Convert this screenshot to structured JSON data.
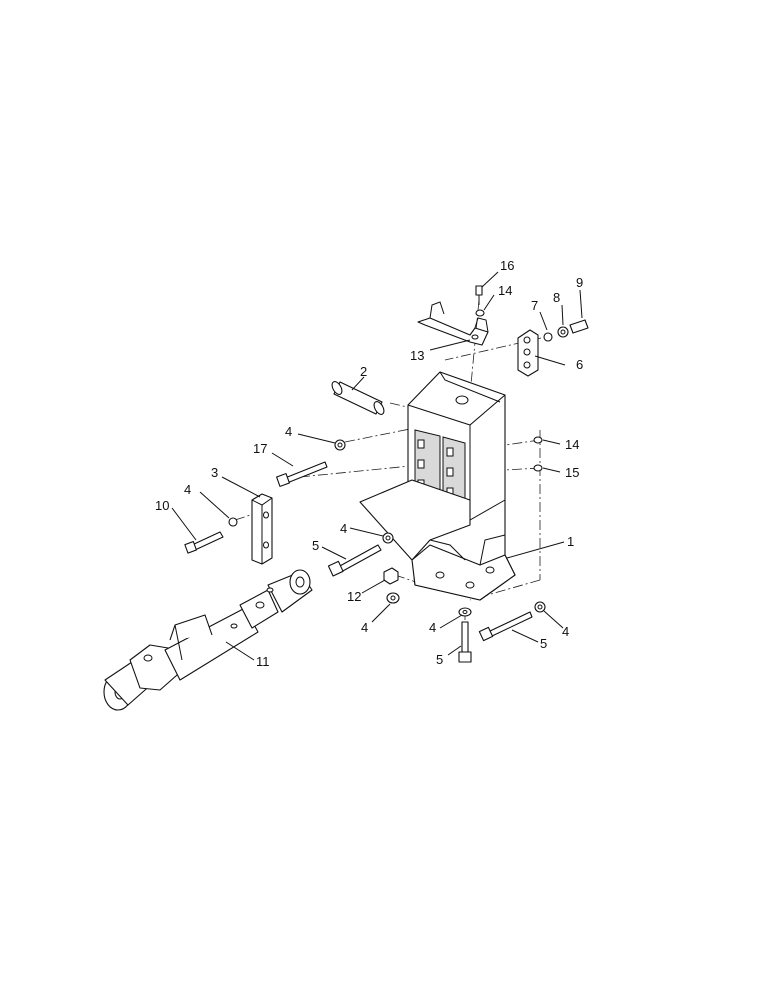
{
  "callouts": [
    {
      "id": "c16",
      "text": "16"
    },
    {
      "id": "c14a",
      "text": "14"
    },
    {
      "id": "c9",
      "text": "9"
    },
    {
      "id": "c8",
      "text": "8"
    },
    {
      "id": "c7",
      "text": "7"
    },
    {
      "id": "c13",
      "text": "13"
    },
    {
      "id": "c6",
      "text": "6"
    },
    {
      "id": "c2",
      "text": "2"
    },
    {
      "id": "c4a",
      "text": "4"
    },
    {
      "id": "c17",
      "text": "17"
    },
    {
      "id": "c14b",
      "text": "14"
    },
    {
      "id": "c15",
      "text": "15"
    },
    {
      "id": "c3",
      "text": "3"
    },
    {
      "id": "c4b",
      "text": "4"
    },
    {
      "id": "c10",
      "text": "10"
    },
    {
      "id": "c4c",
      "text": "4"
    },
    {
      "id": "c1",
      "text": "1"
    },
    {
      "id": "c5a",
      "text": "5"
    },
    {
      "id": "c12",
      "text": "12"
    },
    {
      "id": "c4d",
      "text": "4"
    },
    {
      "id": "c4e",
      "text": "4"
    },
    {
      "id": "c4f",
      "text": "4"
    },
    {
      "id": "c5b",
      "text": "5"
    },
    {
      "id": "c11",
      "text": "11"
    },
    {
      "id": "c5c",
      "text": "5"
    }
  ]
}
